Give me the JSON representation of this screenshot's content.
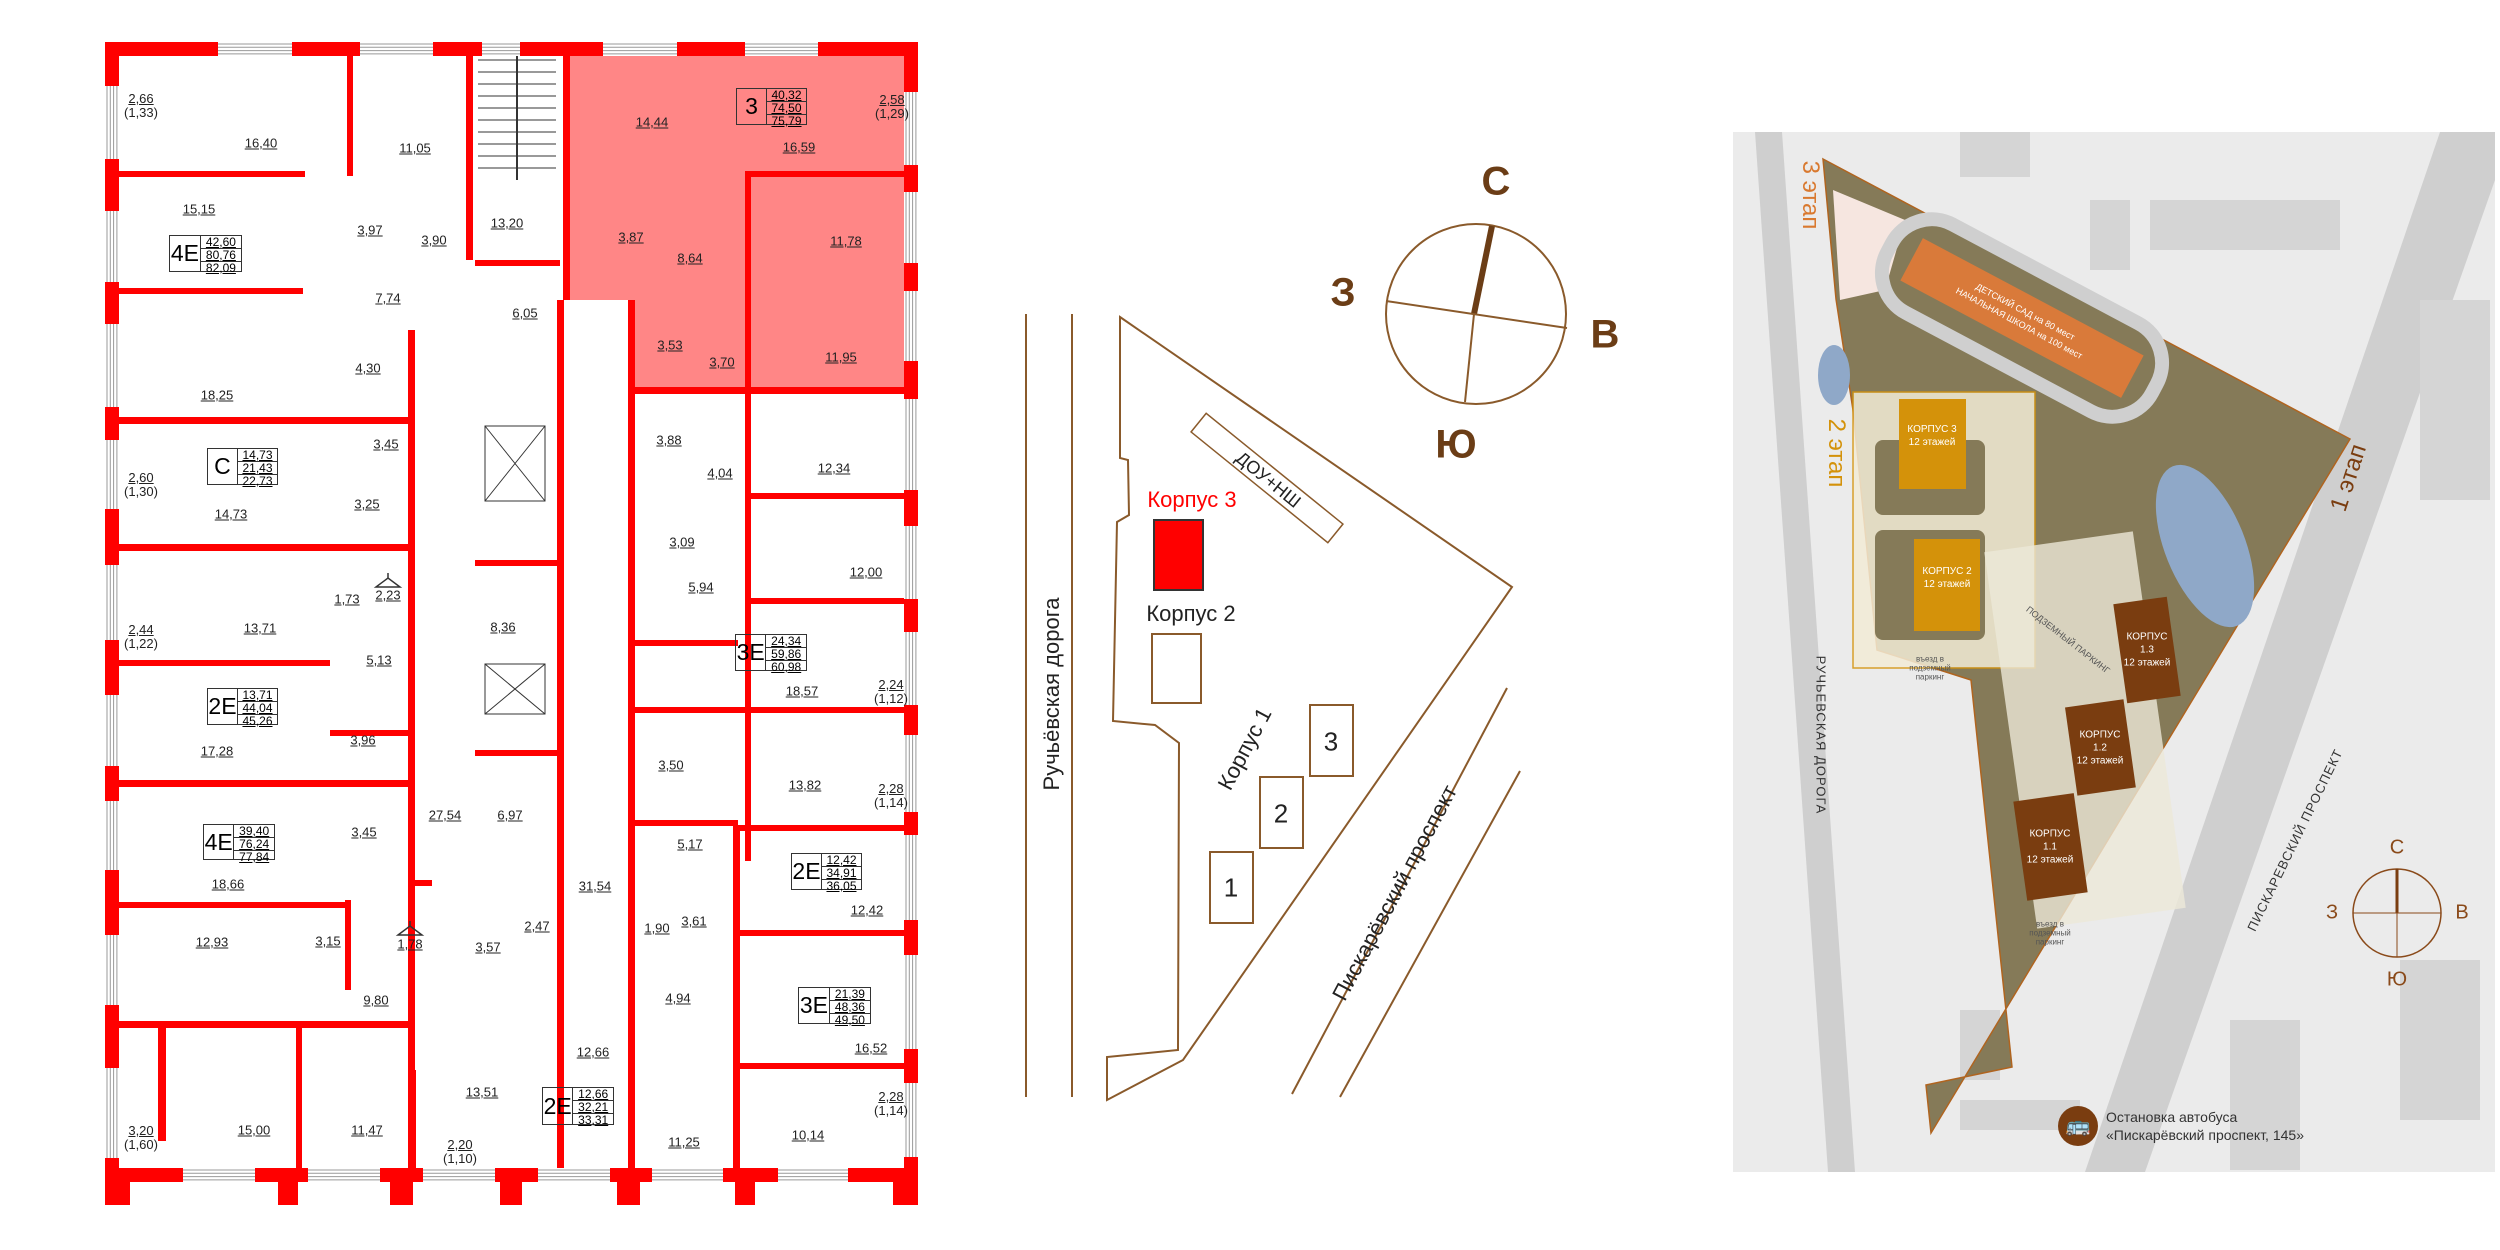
{
  "floor_plan": {
    "highlight_color": "#ff7f7f",
    "wall_color": "#ff0000",
    "rooms": [
      "16,40",
      "11,05",
      "15,15",
      "3,97",
      "3,90",
      "13,20",
      "7,74",
      "6,05",
      "4,30",
      "18,25",
      "3,45",
      "3,25",
      "14,73",
      "1,73",
      "2,23",
      "8,36",
      "14,44",
      "16,59",
      "3,87",
      "8,64",
      "11,78",
      "3,53",
      "3,70",
      "11,95",
      "3,88",
      "4,04",
      "12,34",
      "3,09",
      "5,94",
      "12,00",
      "13,71",
      "5,13",
      "3,96",
      "17,28",
      "27,54",
      "6,97",
      "3,45",
      "18,66",
      "12,93",
      "3,15",
      "1,78",
      "3,57",
      "9,80",
      "13,51",
      "15,00",
      "11,47",
      "18,57",
      "3,50",
      "13,82",
      "5,17",
      "31,54",
      "12,42",
      "2,47",
      "1,90",
      "3,61",
      "4,94",
      "16,52",
      "12,66",
      "11,25",
      "10,14"
    ],
    "balconies": [
      {
        "area": "2,66",
        "reduced": "(1,33)"
      },
      {
        "area": "2,60",
        "reduced": "(1,30)"
      },
      {
        "area": "2,44",
        "reduced": "(1,22)"
      },
      {
        "area": "3,20",
        "reduced": "(1,60)"
      },
      {
        "area": "2,58",
        "reduced": "(1,29)"
      },
      {
        "area": "2,24",
        "reduced": "(1,12)"
      },
      {
        "area": "2,28",
        "reduced": "(1,14)"
      },
      {
        "area": "2,28",
        "reduced": "(1,14)"
      },
      {
        "area": "2,20",
        "reduced": "(1,10)"
      }
    ],
    "apartments": [
      {
        "type": "4E",
        "values": [
          "42,60",
          "80,76",
          "82,09"
        ]
      },
      {
        "type": "C",
        "values": [
          "14,73",
          "21,43",
          "22,73"
        ]
      },
      {
        "type": "2E",
        "values": [
          "13,71",
          "44,04",
          "45,26"
        ]
      },
      {
        "type": "4E",
        "values": [
          "39,40",
          "76,24",
          "77,84"
        ]
      },
      {
        "type": "3",
        "values": [
          "40,32",
          "74,50",
          "75,79"
        ],
        "selected": true
      },
      {
        "type": "3E",
        "values": [
          "24,34",
          "59,86",
          "60,98"
        ]
      },
      {
        "type": "2E",
        "values": [
          "12,42",
          "34,91",
          "36,05"
        ]
      },
      {
        "type": "3E",
        "values": [
          "21,39",
          "48,36",
          "49,50"
        ]
      },
      {
        "type": "2E",
        "values": [
          "12,66",
          "32,21",
          "33,31"
        ]
      }
    ]
  },
  "schematic": {
    "road_west": "Ручьёвская дорога",
    "road_east": "Пискарёвский проспект",
    "school": "ДОУ+НШ",
    "current_building": "Корпус 3",
    "building2": "Корпус 2",
    "building1": "Корпус 1",
    "sections": [
      "1",
      "2",
      "3"
    ],
    "current_color": "#ff0000",
    "compass": {
      "n": "С",
      "w": "З",
      "s": "Ю",
      "e": "В"
    }
  },
  "site_map": {
    "stage3": "3 этап",
    "stage2": "2 этап",
    "stage1": "1 этап",
    "kindergarten": [
      "ДЕТСКИЙ САД на 80 мест",
      "НАЧАЛЬНАЯ ШКОЛА на 100 мест"
    ],
    "buildings": [
      {
        "name": "КОРПУС 3",
        "floors": "12 этажей"
      },
      {
        "name": "КОРПУС 2",
        "floors": "12 этажей"
      },
      {
        "name": "КОРПУС 1.3",
        "floors": "12 этажей"
      },
      {
        "name": "КОРПУС 1.2",
        "floors": "12 этажей"
      },
      {
        "name": "КОРПУС 1.1",
        "floors": "12 этажей"
      }
    ],
    "parking": "ПОДЗЕМНЫЙ ПАРКИНГ",
    "parking_entry": "въезд в подземный паркинг",
    "road_west": "РУЧЬЕВСКАЯ ДОРОГА",
    "road_east": "ПИСКАРЕВСКИЙ ПРОСПЕКТ",
    "compass": {
      "n": "С",
      "w": "З",
      "s": "Ю",
      "e": "В"
    },
    "bus_stop": [
      "Остановка автобуса",
      "«Пискарёвский проспект, 145»"
    ],
    "colors": {
      "land": "#857a58",
      "stage2_building": "#d4920a",
      "stage1_building": "#7a3d10",
      "kindergarten": "#d97a3a",
      "water": "#8fa8c8",
      "road": "#cfcfcf",
      "background": "#ebebeb"
    }
  }
}
